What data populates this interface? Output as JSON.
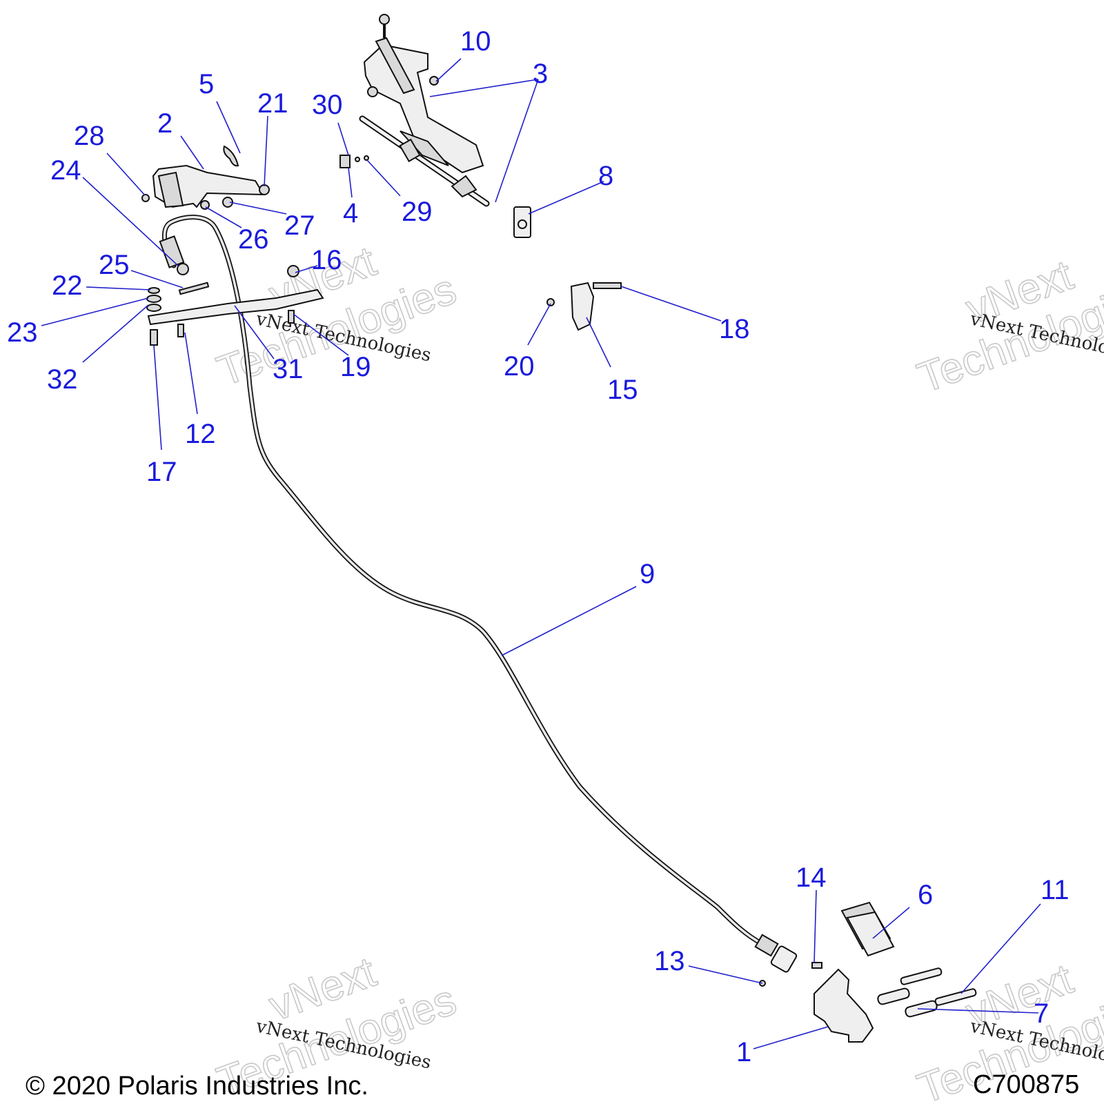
{
  "diagram": {
    "callouts": [
      {
        "id": "c1",
        "label": "1"
      },
      {
        "id": "c2",
        "label": "2"
      },
      {
        "id": "c3",
        "label": "3"
      },
      {
        "id": "c4",
        "label": "4"
      },
      {
        "id": "c5",
        "label": "5"
      },
      {
        "id": "c6",
        "label": "6"
      },
      {
        "id": "c7",
        "label": "7"
      },
      {
        "id": "c8",
        "label": "8"
      },
      {
        "id": "c9",
        "label": "9"
      },
      {
        "id": "c10",
        "label": "10"
      },
      {
        "id": "c11",
        "label": "11"
      },
      {
        "id": "c12",
        "label": "12"
      },
      {
        "id": "c13",
        "label": "13"
      },
      {
        "id": "c14",
        "label": "14"
      },
      {
        "id": "c15",
        "label": "15"
      },
      {
        "id": "c16",
        "label": "16"
      },
      {
        "id": "c17",
        "label": "17"
      },
      {
        "id": "c18",
        "label": "18"
      },
      {
        "id": "c19",
        "label": "19"
      },
      {
        "id": "c20",
        "label": "20"
      },
      {
        "id": "c21",
        "label": "21"
      },
      {
        "id": "c22",
        "label": "22"
      },
      {
        "id": "c23",
        "label": "23"
      },
      {
        "id": "c24",
        "label": "24"
      },
      {
        "id": "c25",
        "label": "25"
      },
      {
        "id": "c26",
        "label": "26"
      },
      {
        "id": "c27",
        "label": "27"
      },
      {
        "id": "c28",
        "label": "28"
      },
      {
        "id": "c29",
        "label": "29"
      },
      {
        "id": "c30",
        "label": "30"
      },
      {
        "id": "c31",
        "label": "31"
      },
      {
        "id": "c32",
        "label": "32"
      }
    ]
  },
  "watermark": {
    "small": "vNext Technologies",
    "big_line1": "vNext",
    "big_line2": "Technologies"
  },
  "footer": {
    "copyright": "© 2020 Polaris Industries Inc.",
    "diagram_code": "C700875"
  },
  "colors": {
    "callout_text": "#1a1adc",
    "leader_line": "#2020cc",
    "line_art": "#111111"
  }
}
